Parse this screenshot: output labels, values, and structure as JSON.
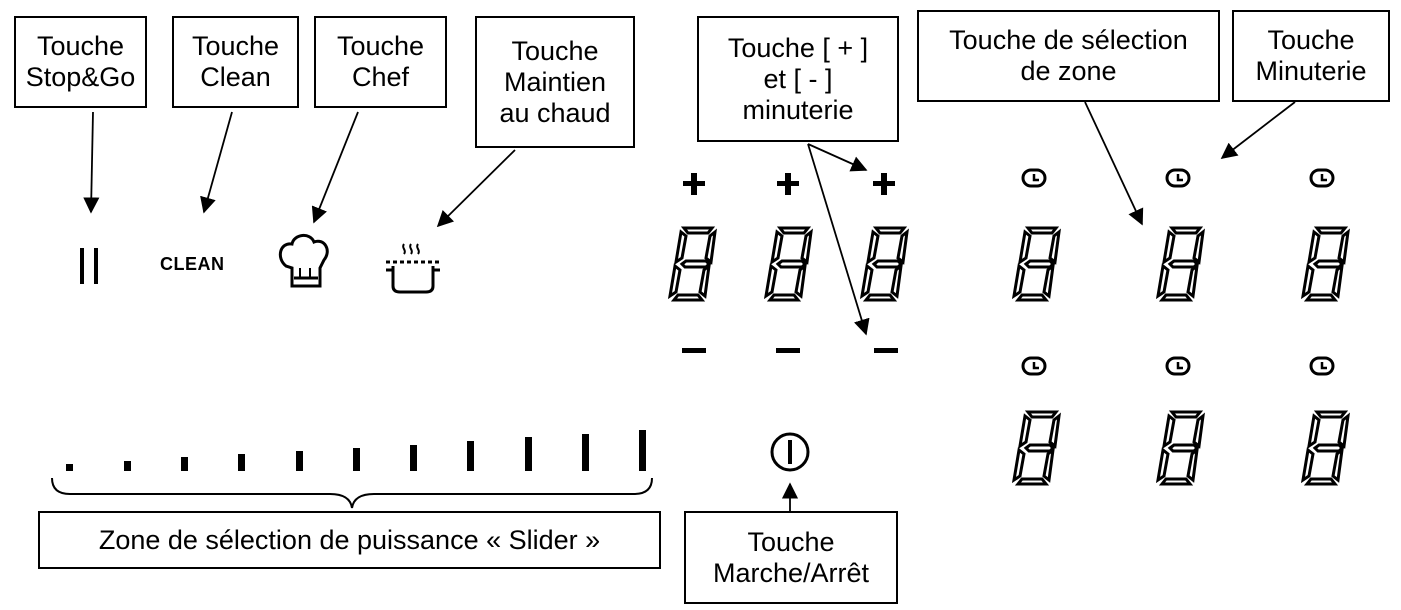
{
  "callouts": {
    "stopgo": "Touche\nStop&Go",
    "clean": "Touche\nClean",
    "chef": "Touche\nChef",
    "keepwarm": "Touche\nMaintien\nau chaud",
    "plusminus": "Touche [ + ]\net [ - ]\nminuterie",
    "zone_select": "Touche de sélection\nde zone",
    "timer": "Touche\nMinuterie",
    "slider": "Zone de sélection de puissance « Slider »",
    "onoff": "Touche\nMarche/Arrêt"
  },
  "panel": {
    "clean_label": "CLEAN",
    "plus_symbol": "+",
    "minus_symbol": "−"
  }
}
